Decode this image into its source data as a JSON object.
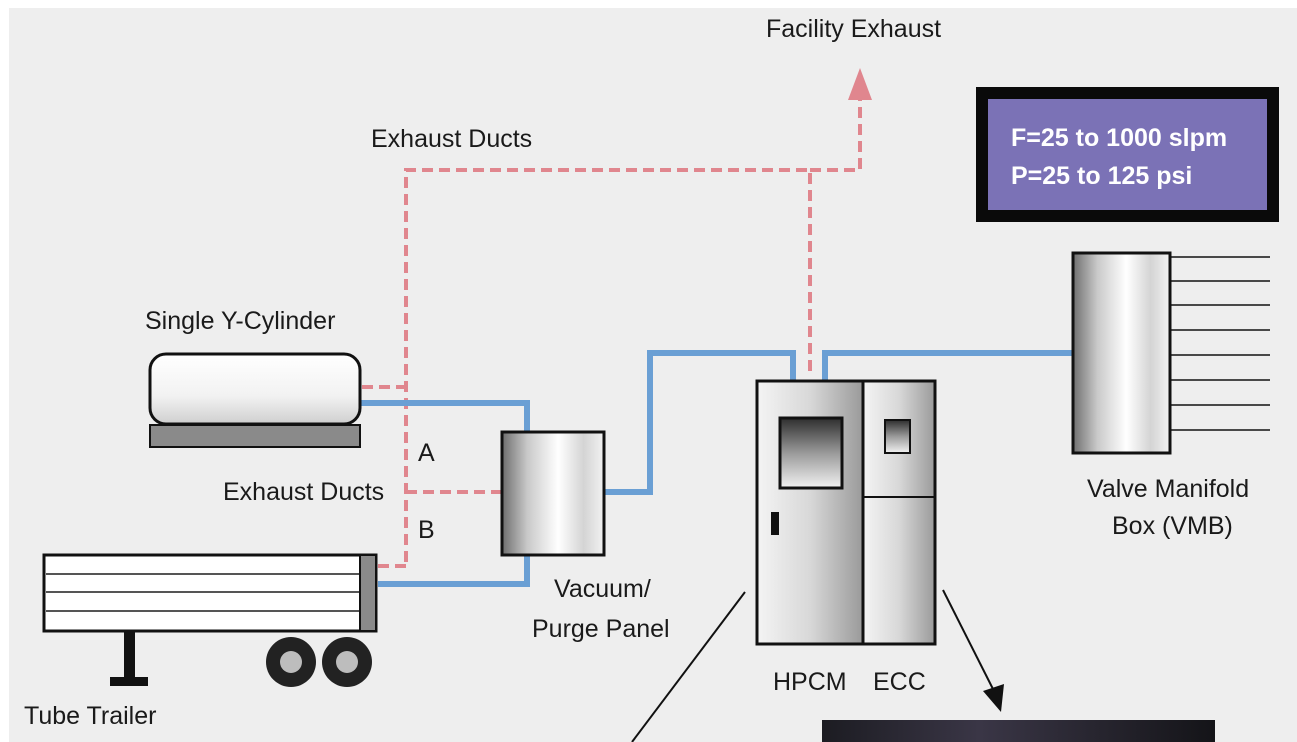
{
  "labels": {
    "facility_exhaust": "Facility Exhaust",
    "exhaust_ducts_top": "Exhaust Ducts",
    "exhaust_ducts_mid": "Exhaust Ducts",
    "single_y_cylinder": "Single Y-Cylinder",
    "tube_trailer": "Tube Trailer",
    "line_a": "A",
    "line_b": "B",
    "vacuum_panel_1": "Vacuum/",
    "vacuum_panel_2": "Purge Panel",
    "hpcm": "HPCM",
    "ecc": "ECC",
    "vmb_1": "Valve Manifold",
    "vmb_2": "Box (VMB)"
  },
  "info_box": {
    "line1": "F=25 to 1000 slpm",
    "line2": "P=25 to 125 psi"
  },
  "colors": {
    "background": "#eeeeee",
    "gas_line": "#6a9fd4",
    "exhaust_line": "#e0868e",
    "info_box_fill": "#7b72b6",
    "info_box_border": "#0a0a0a",
    "outline": "#111111"
  }
}
